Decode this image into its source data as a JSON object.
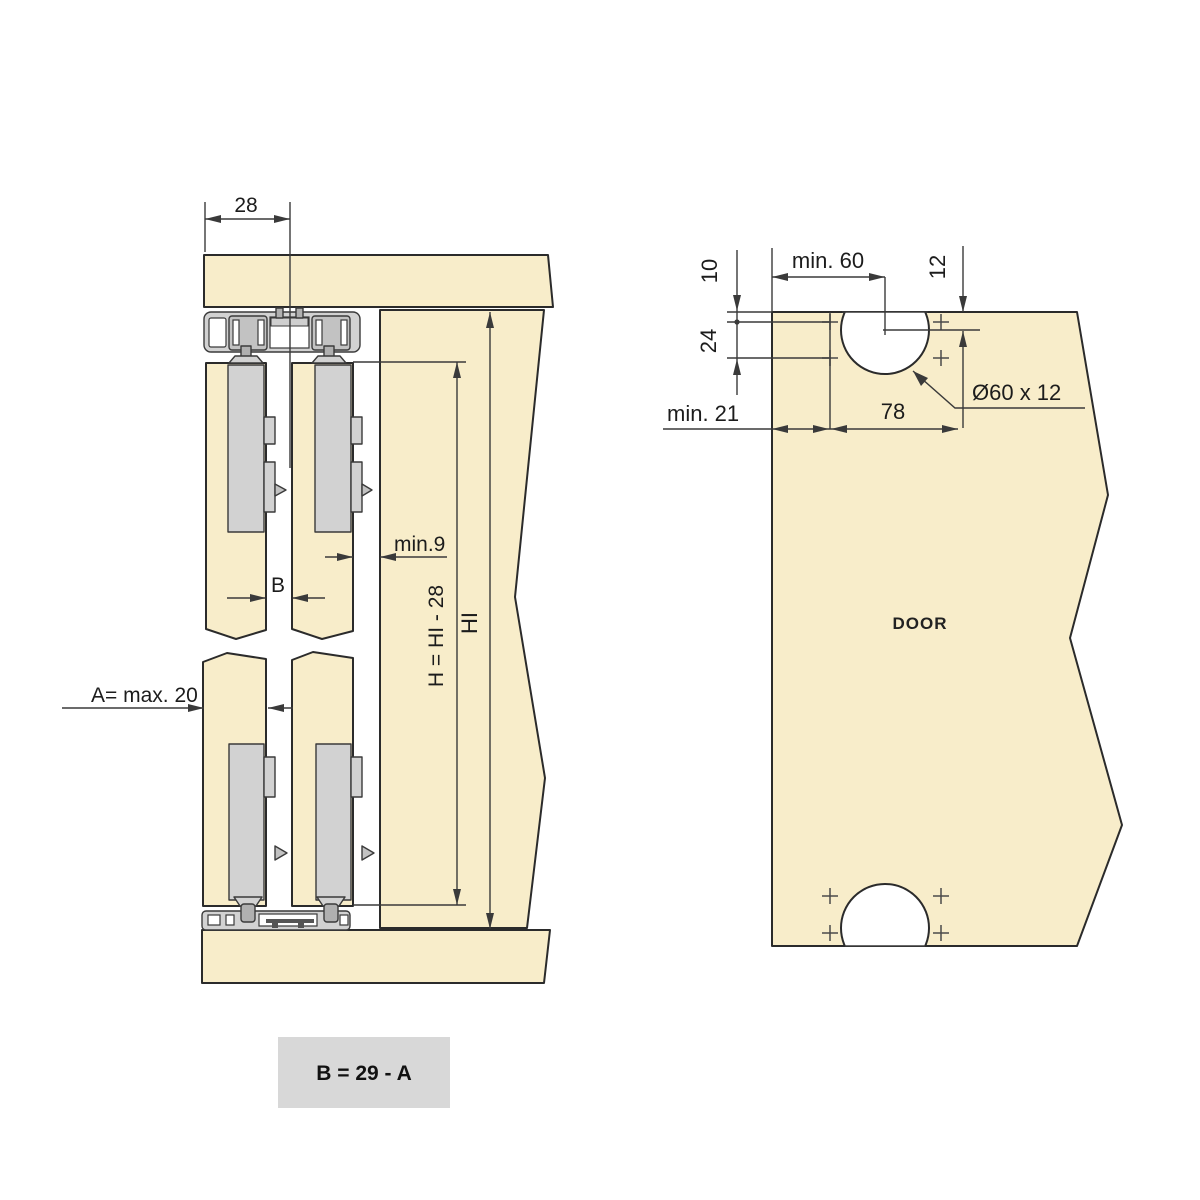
{
  "colors": {
    "wood": "#f8edca",
    "outline": "#2b2b2b",
    "dimension_lines": "#3a3a3a",
    "hardware_gray": "#d2d2d2",
    "formula_box_gray": "#d8d8d8",
    "background": "#ffffff"
  },
  "left_view": {
    "rail_offset": "28",
    "min_gap": "min.9",
    "gap_b": "B",
    "overlap_a": "A= max. 20",
    "door_height": "H = HI - 28",
    "inner_height": "HI"
  },
  "right_view": {
    "door_label": "DOOR",
    "min_edge_top": "min. 60",
    "offset_10": "10",
    "depth_12": "12",
    "spacing_24": "24",
    "min_edge_side": "min. 21",
    "hole_pitch": "78",
    "hole_spec": "Ø60 x 12"
  },
  "formula": "B = 29 - A"
}
